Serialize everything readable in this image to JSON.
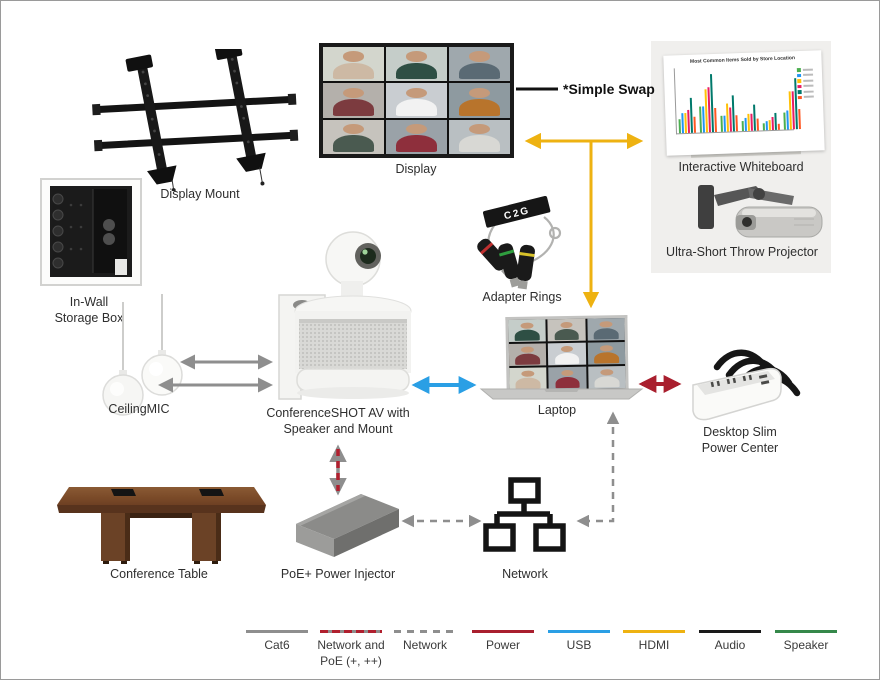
{
  "canvas": {
    "background": "#ffffff",
    "border_color": "#9a9a9a",
    "panel_background": "#f0efed"
  },
  "annotations": {
    "simple_swap": "*Simple Swap",
    "c2g_tag": "C2G"
  },
  "colors": {
    "cat6": "#8e8e8e",
    "network": "#8e8e8e",
    "network_poe_red": "#b01f2e",
    "power": "#a91f2e",
    "usb": "#2a9fe5",
    "hdmi": "#eeb211",
    "audio": "#1a1a1a",
    "speaker": "#35884a",
    "arrow_gray": "#8e8e8e",
    "simple_swap_line": "#111111"
  },
  "devices": {
    "display_mount": {
      "label": "Display Mount"
    },
    "display": {
      "label": "Display"
    },
    "interactive_whiteboard": {
      "label": "Interactive Whiteboard"
    },
    "projector": {
      "label": "Ultra-Short Throw Projector"
    },
    "in_wall_box": {
      "label": "In-Wall Storage Box"
    },
    "ceiling_mic": {
      "label": "CeilingMIC"
    },
    "conference_camera": {
      "label": "ConferenceSHOT AV with Speaker and Mount"
    },
    "adapter_rings": {
      "label": "Adapter Rings"
    },
    "laptop": {
      "label": "Laptop"
    },
    "power_center": {
      "label": "Desktop Slim Power Center"
    },
    "conference_table": {
      "label": "Conference Table"
    },
    "poe_injector": {
      "label": "PoE+ Power Injector"
    },
    "network": {
      "label": "Network"
    }
  },
  "legend": {
    "items": [
      {
        "label": "Cat6",
        "style": "solid",
        "color": "#8e8e8e"
      },
      {
        "label": "Network and PoE (+, ++)",
        "style": "red-dash",
        "color": "#8e8e8e",
        "dash_color": "#b01f2e"
      },
      {
        "label": "Network",
        "style": "dashed",
        "color": "#8e8e8e"
      },
      {
        "label": "Power",
        "style": "solid",
        "color": "#a91f2e"
      },
      {
        "label": "USB",
        "style": "solid",
        "color": "#2a9fe5"
      },
      {
        "label": "HDMI",
        "style": "solid",
        "color": "#eeb211"
      },
      {
        "label": "Audio",
        "style": "solid",
        "color": "#1a1a1a"
      },
      {
        "label": "Speaker",
        "style": "solid",
        "color": "#35884a"
      }
    ]
  },
  "whiteboard": {
    "chart_data": {
      "type": "bar",
      "title": "Most Common Items Sold by Store Location",
      "categories": [
        "",
        "",
        "",
        "",
        "",
        ""
      ],
      "ylim": [
        0,
        100
      ],
      "legend_position": "right",
      "series": [
        {
          "color": "#4caf50",
          "values": [
            25,
            45,
            28,
            18,
            12,
            30
          ]
        },
        {
          "color": "#2196f3",
          "values": [
            35,
            45,
            28,
            22,
            15,
            32
          ]
        },
        {
          "color": "#ffc107",
          "values": [
            35,
            75,
            48,
            30,
            18,
            65
          ]
        },
        {
          "color": "#e91e63",
          "values": [
            40,
            78,
            42,
            30,
            22,
            65
          ]
        },
        {
          "color": "#00796b",
          "values": [
            60,
            100,
            62,
            45,
            30,
            88
          ]
        },
        {
          "color": "#ff5722",
          "values": [
            28,
            42,
            28,
            20,
            10,
            35
          ]
        }
      ]
    }
  }
}
